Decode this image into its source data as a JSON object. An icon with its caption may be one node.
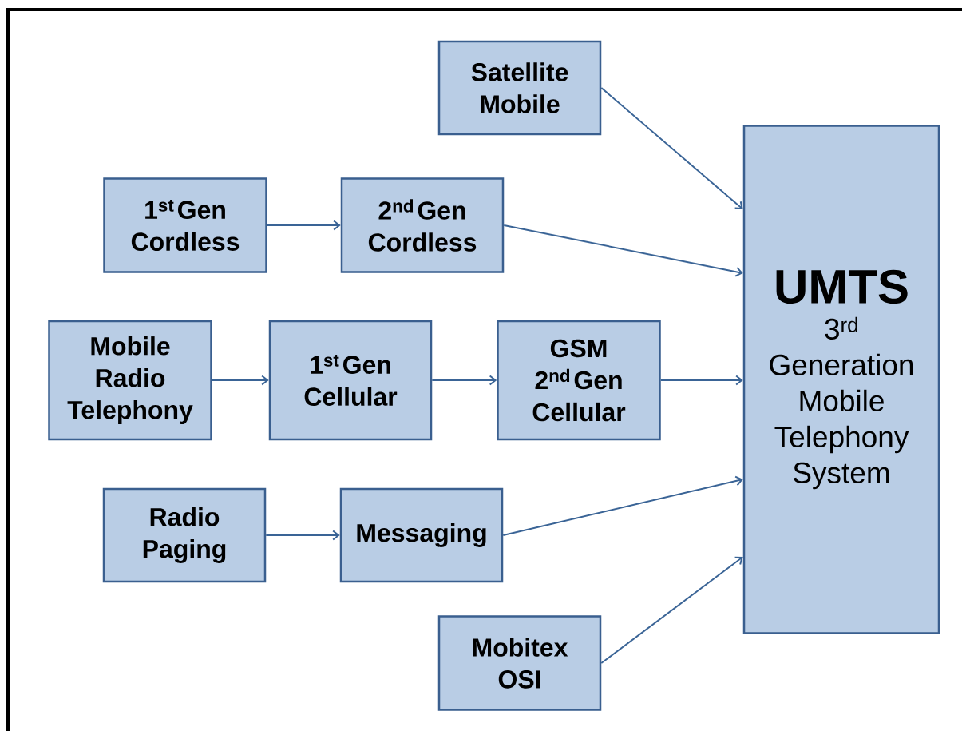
{
  "diagram": {
    "nodes": [
      {
        "text": [
          "Satellite Mobile"
        ]
      },
      {
        "text": [
          "1$^{st}$ Gen Cordless"
        ]
      },
      {
        "text": [
          "2$^{nd}$ Gen Cordless"
        ]
      },
      {
        "text": [
          "Mobile Radio Telephony"
        ]
      },
      {
        "text": [
          "1$^{st}$ Gen Cellular"
        ]
      },
      {
        "text": [
          "GSM",
          "2$^{nd}$ Gen Cellular"
        ]
      },
      {
        "text": [
          "Radio Paging"
        ]
      },
      {
        "text": [
          "Messaging"
        ]
      },
      {
        "text": [
          "Mobitex OSI"
        ]
      },
      {
        "text": [
          "UMTS",
          "3$^{rd}$ Generation Mobile Telephony System"
        ]
      }
    ],
    "edges": [
      {
        "from": 0,
        "to": 9,
        "arrow": "to"
      },
      {
        "from": 1,
        "to": 2,
        "arrow": "to"
      },
      {
        "from": 2,
        "to": 9,
        "arrow": "to"
      },
      {
        "from": 3,
        "to": 4,
        "arrow": "to"
      },
      {
        "from": 4,
        "to": 5,
        "arrow": "to"
      },
      {
        "from": 5,
        "to": 9,
        "arrow": "to"
      },
      {
        "from": 6,
        "to": 7,
        "arrow": "to"
      },
      {
        "from": 7,
        "to": 9,
        "arrow": "to"
      },
      {
        "from": 8,
        "to": 9,
        "arrow": "to"
      }
    ]
  }
}
